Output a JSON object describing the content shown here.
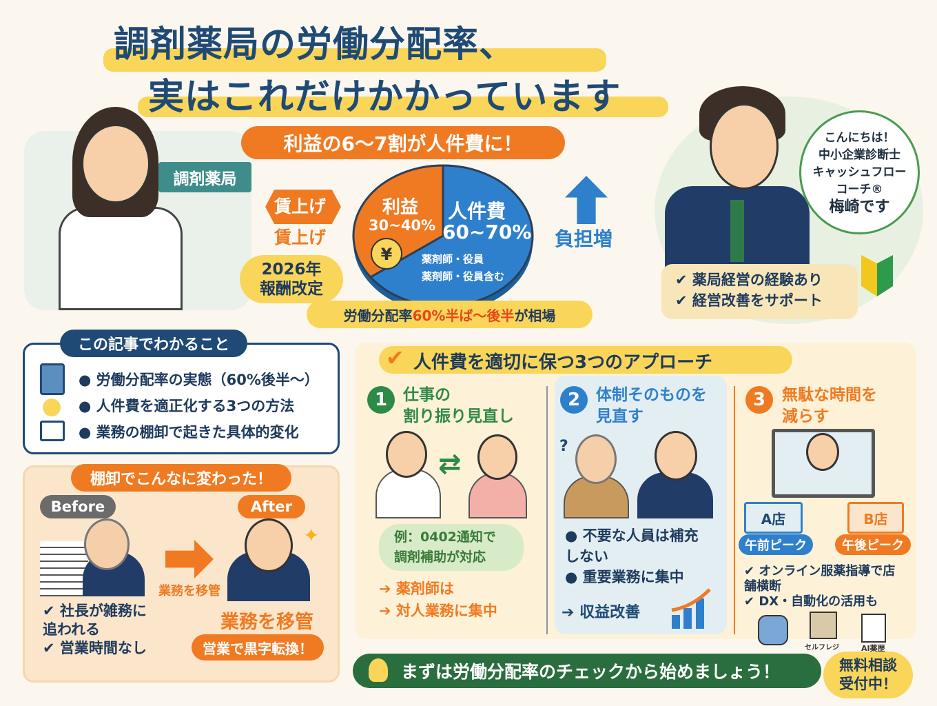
{
  "title": {
    "line1": "調剤薬局の労働分配率、",
    "line2": "実はこれだけかかっています"
  },
  "banner": "利益の6〜7割が人件費に！",
  "pharmacy_sign": "調剤薬局",
  "wage_up": [
    "賃上げ",
    "賃上げ"
  ],
  "revision": [
    "2026年",
    "報酬改定"
  ],
  "burden": "負担増",
  "chart_data": {
    "type": "pie",
    "title": "利益の6〜7割が人件費に！",
    "slices": [
      {
        "label": "利益",
        "range": "30~40%",
        "value": 35,
        "color": "#f07a22"
      },
      {
        "label": "人件費",
        "range": "60~70%",
        "value": 65,
        "color": "#2f80cc",
        "note": [
          "薬剤師・役員",
          "薬剤師・役員含む"
        ]
      }
    ]
  },
  "yen": "¥",
  "ratio_note": {
    "prefix": "労働分配率 ",
    "highlight": "60%半ば〜後半",
    "suffix": "が相場"
  },
  "consultant": {
    "bubble": [
      "こんにちは！",
      "中小企業診断士",
      "キャッシュフロー",
      "コーチ®",
      "梅崎です"
    ],
    "checks": [
      "薬局経営の経験あり",
      "経営改善をサポート"
    ]
  },
  "learn": {
    "title": "この記事でわかること",
    "items": [
      "労働分配率の実態（60%後半〜）",
      "人件費を適正化する3つの方法",
      "業務の棚卸で起きた具体的変化"
    ]
  },
  "change": {
    "title": "棚卸でこんなに変わった！",
    "before": "Before",
    "after": "After",
    "arrow_label": "業務を移管",
    "before_checks": [
      "社長が雑務に追われる",
      "営業時間なし"
    ],
    "after_main": "業務を移管",
    "after_result": "営業で黒字転換！"
  },
  "approach": {
    "title": "人件費を適切に保つ3つのアプローチ",
    "items": [
      {
        "num": "1",
        "title": [
          "仕事の",
          "割り振り見直し"
        ],
        "example": [
          "例：0402通知で",
          "調剤補助が対応"
        ],
        "points": [
          "薬剤師は",
          "対人業務に集中"
        ]
      },
      {
        "num": "2",
        "title": [
          "体制そのものを",
          "見直す"
        ],
        "points": [
          "不要な人員は補充しない",
          "重要業務に集中"
        ],
        "result": "収益改善"
      },
      {
        "num": "3",
        "title": [
          "無駄な時間を",
          "減らす"
        ],
        "storeA": "A店",
        "storeA_top": "A店",
        "storeB": "B店",
        "storeB_top": "B店",
        "peakA": "午前ピーク",
        "peakB": "午後ピーク",
        "checks": [
          "オンライン服薬指導で店舗横断",
          "DX・自動化の活用も"
        ],
        "tools": [
          "セルフレジ",
          "AI薬歴"
        ]
      }
    ]
  },
  "cta": "まずは労働分配率のチェックから始めましょう！",
  "free": [
    "無料相談",
    "受付中！"
  ],
  "colors": {
    "navy": "#1f4a75",
    "orange": "#f07a22",
    "blue": "#2f80cc",
    "green": "#2e8a47",
    "yellow": "#f9d65a"
  }
}
